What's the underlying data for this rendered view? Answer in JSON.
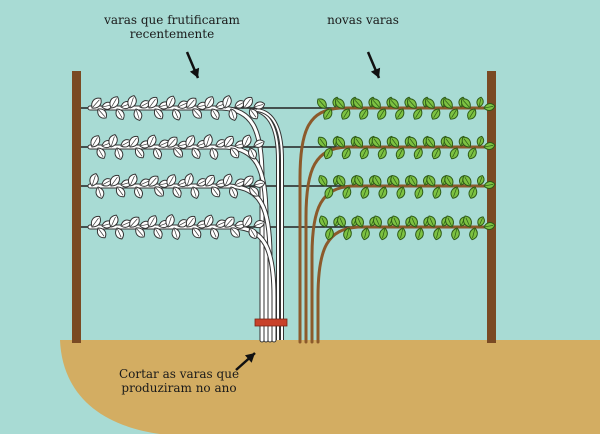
{
  "labels": {
    "old_canes": [
      "varas que frutificaram",
      "recentemente"
    ],
    "new_canes": "novas varas",
    "cut_instruction": [
      "Cortar as varas que",
      "produziram no ano"
    ]
  },
  "colors": {
    "sky": "#a8dbd4",
    "ground": "#d3ad62",
    "post": "#7a4a23",
    "wire": "#222222",
    "new_cane": "#8c5a2b",
    "new_leaf": "#7dc242",
    "old_leaf": "#ffffff",
    "cut_band": "#c8412a"
  },
  "icons": [
    "arrow-icon",
    "leaf-icon",
    "post-icon"
  ]
}
